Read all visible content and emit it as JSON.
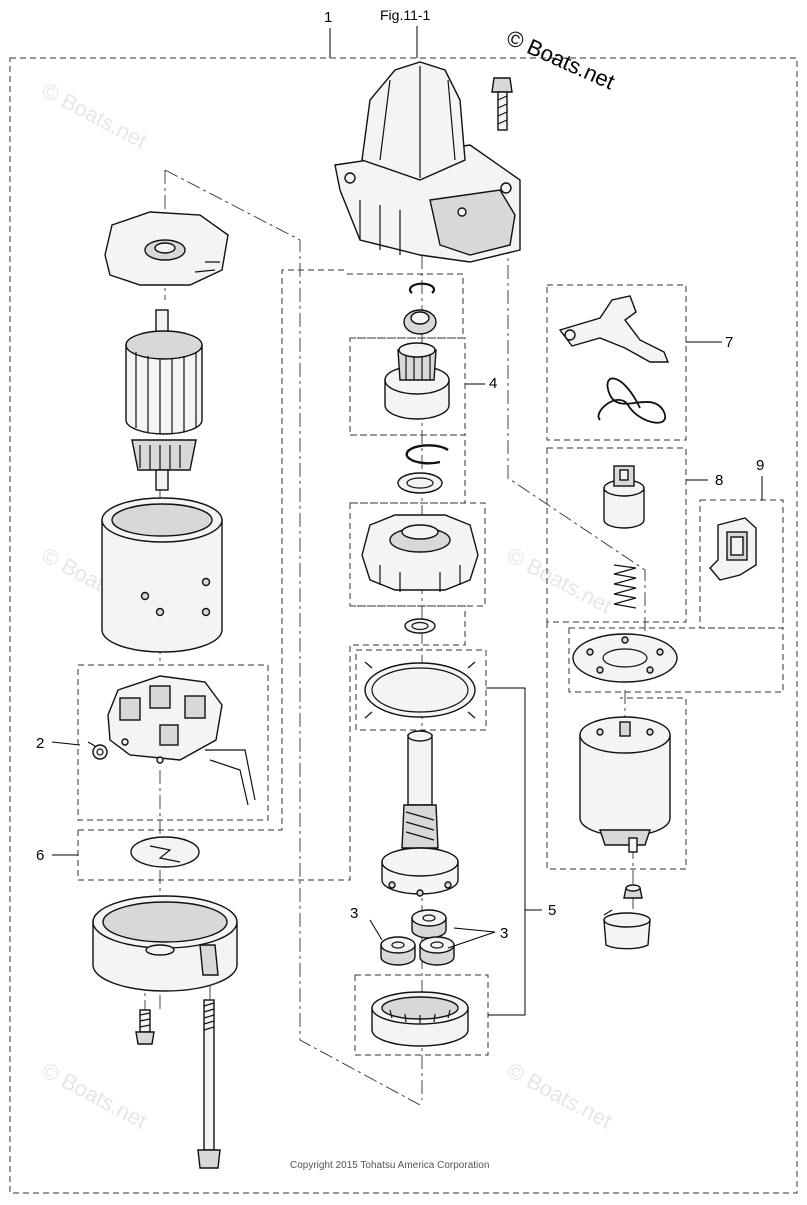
{
  "figure": {
    "title": "Fig.11-1",
    "brand": "© Boats.net",
    "watermark": "© Boats.net",
    "copyright": "Copyright 2015 Tohatsu America Corporation"
  },
  "callouts": {
    "c1": "1",
    "c2": "2",
    "c3a": "3",
    "c3b": "3",
    "c4": "4",
    "c5": "5",
    "c6": "6",
    "c7": "7",
    "c8": "8",
    "c9": "9"
  },
  "parts": [
    "starter-housing",
    "housing-bolt",
    "snap-ring",
    "bushing",
    "pinion-gear",
    "stop-ring",
    "washer",
    "clutch-gear-cover",
    "small-washer",
    "gasket-plate",
    "drive-shaft-assembly",
    "planetary-gear-1",
    "planetary-gear-2",
    "planetary-gear-3",
    "internal-gear",
    "end-plate",
    "armature",
    "yoke",
    "brush-holder",
    "brush-spring",
    "thrust-plate",
    "rear-end-cover",
    "cover-screw",
    "through-bolt",
    "shift-lever",
    "lever-spring",
    "plunger",
    "plunger-spring",
    "solenoid-gasket",
    "solenoid-body",
    "terminal-nut",
    "terminal-insulator",
    "rubber-grommet"
  ]
}
